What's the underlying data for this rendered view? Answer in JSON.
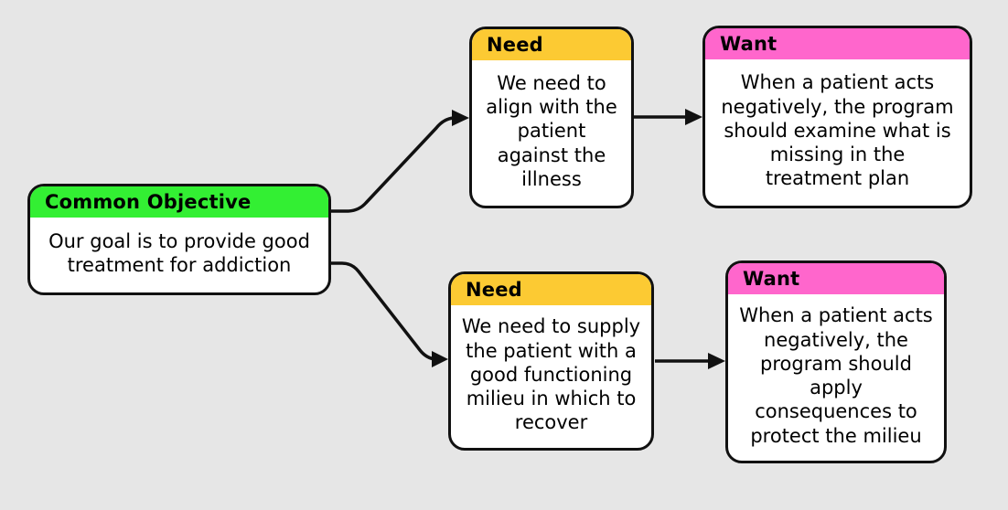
{
  "canvas": {
    "background": "#e6e6e6",
    "node_border_color": "#111111",
    "connector_color": "#111111"
  },
  "diagram": {
    "nodes": [
      {
        "id": "common-objective",
        "label": "Common Objective",
        "header_color": "#33ef33",
        "body": "Our goal is to provide good\ntreatment for addiction"
      },
      {
        "id": "need-1",
        "label": "Need",
        "header_color": "#fcca33",
        "body": "We need to\nalign with the\npatient\nagainst the\nillness"
      },
      {
        "id": "want-1",
        "label": "Want",
        "header_color": "#ff66cc",
        "body": "When a patient acts\nnegatively, the program\nshould examine what is\nmissing in the\ntreatment plan"
      },
      {
        "id": "need-2",
        "label": "Need",
        "header_color": "#fcca33",
        "body": "We need to supply\nthe patient with a\ngood functioning\nmilieu in which to\nrecover"
      },
      {
        "id": "want-2",
        "label": "Want",
        "header_color": "#ff66cc",
        "body": "When a patient acts\nnegatively, the\nprogram should\napply\nconsequences to\nprotect the milieu"
      }
    ],
    "connectors": [
      {
        "from": "common-objective",
        "to": "need-1"
      },
      {
        "from": "common-objective",
        "to": "need-2"
      },
      {
        "from": "need-1",
        "to": "want-1"
      },
      {
        "from": "need-2",
        "to": "want-2"
      }
    ]
  }
}
